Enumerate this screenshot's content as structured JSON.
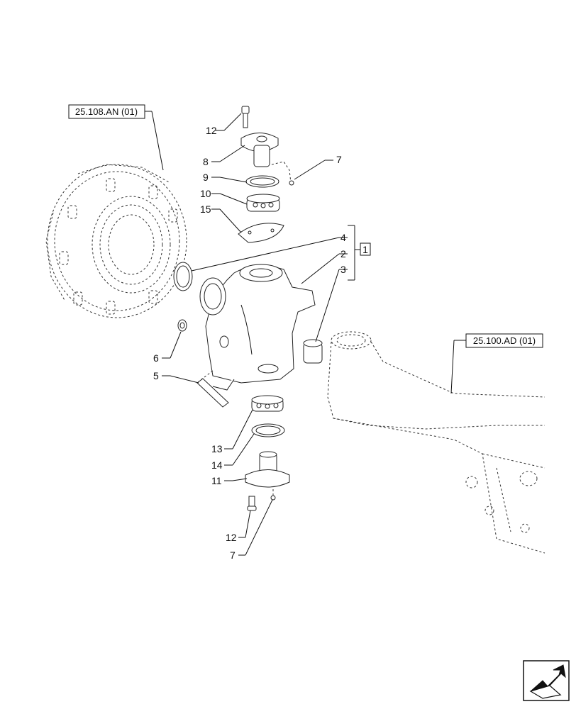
{
  "references": {
    "final_drive": "25.108.AN (01)",
    "axle_housing": "25.100.AD (01)"
  },
  "assembly_group_label": "1",
  "callouts": {
    "c12_top": "12",
    "c8": "8",
    "c9": "9",
    "c10": "10",
    "c15": "15",
    "c7_top": "7",
    "c4": "4",
    "c2": "2",
    "c3": "3",
    "c6": "6",
    "c5": "5",
    "c13": "13",
    "c14": "14",
    "c11": "11",
    "c12_bottom": "12",
    "c7_bottom": "7"
  },
  "nav_icon": "next-page-arrow-icon"
}
